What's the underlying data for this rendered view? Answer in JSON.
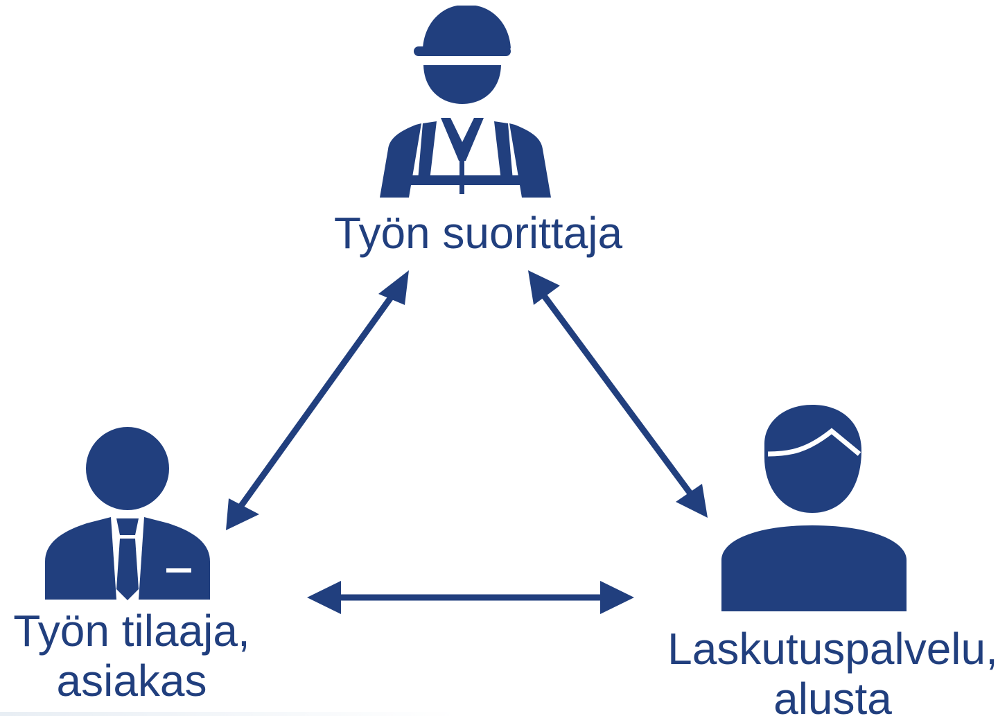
{
  "colors": {
    "primary": "#213f7e",
    "background": "#ffffff"
  },
  "nodes": {
    "worker": {
      "icon": "construction-worker-icon",
      "label": "Työn suorittaja"
    },
    "customer": {
      "icon": "businessman-icon",
      "label_line1": "Työn tilaaja,",
      "label_line2": "asiakas"
    },
    "billing": {
      "icon": "person-icon",
      "label_line1": "Laskutuspalvelu,",
      "label_line2": "alusta"
    }
  },
  "connections": [
    {
      "from": "worker",
      "to": "customer",
      "type": "bidirectional-arrow"
    },
    {
      "from": "worker",
      "to": "billing",
      "type": "bidirectional-arrow"
    },
    {
      "from": "customer",
      "to": "billing",
      "type": "bidirectional-arrow"
    }
  ]
}
